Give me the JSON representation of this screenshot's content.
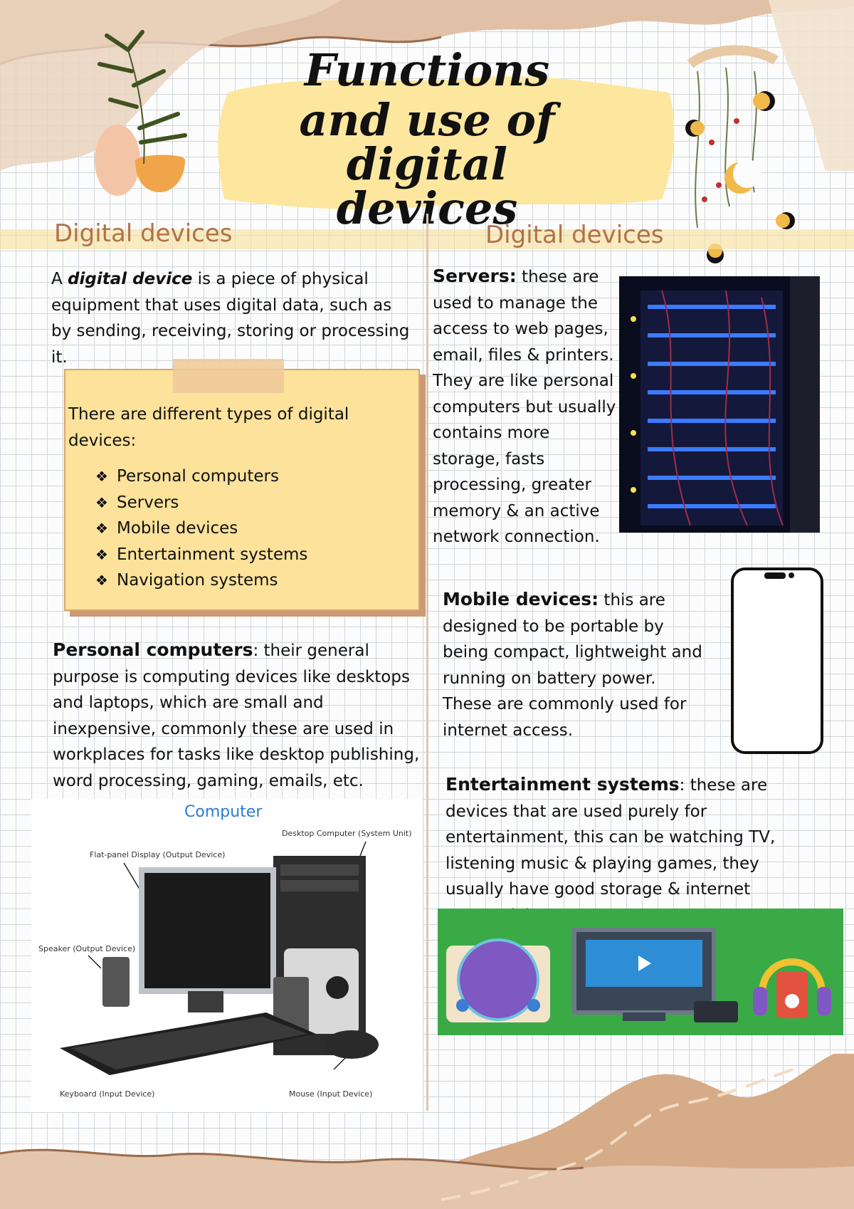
{
  "title": {
    "line1": "Functions",
    "line2": "and use of digital",
    "line3": "devices"
  },
  "sections": {
    "left_heading": "Digital devices",
    "right_heading": "Digital devices"
  },
  "intro": {
    "lead": "A ",
    "term": "digital device",
    "rest": " is a piece of physical equipment that uses digital data, such as by sending, receiving, storing or processing it."
  },
  "types_note": {
    "text": "There are different types of digital devices:",
    "bullet": "❖",
    "items": [
      "Personal computers",
      "Servers",
      "Mobile devices",
      "Entertainment systems",
      "Navigation systems"
    ]
  },
  "personal_computers": {
    "term": "Personal computers",
    "text": ": their general purpose is computing devices like desktops and laptops, which are small and inexpensive, commonly these are used in workplaces for tasks like desktop publishing, word processing, gaming, emails, etc."
  },
  "computer_figure": {
    "title": "Computer",
    "label_unit": "Desktop Computer (System Unit)",
    "label_display": "Flat-panel Display (Output Device)",
    "label_speaker": "Speaker (Output Device)",
    "label_keyboard": "Keyboard (Input Device)",
    "label_mouse": "Mouse (Input Device)"
  },
  "servers": {
    "term": "Servers:",
    "text": " these are used to manage the access to web pages, email, files & printers. They are like personal computers but usually contains more storage, fasts processing, greater memory & an active network connection."
  },
  "mobile": {
    "term": "Mobile devices:",
    "text": " this are designed to be portable by being compact, lightweight and running on battery power. These are commonly used for internet access."
  },
  "entertainment": {
    "term": "Entertainment systems",
    "text": ": these are devices that are used purely for entertainment, this can be watching TV, listening music & playing games, they usually have good storage & internet connectivit."
  },
  "colors": {
    "accent": "#b0724a",
    "note_bg": "#fce29b",
    "title_bg": "#fde79f",
    "sand": "#d6ab88",
    "green": "#3aaa47"
  }
}
